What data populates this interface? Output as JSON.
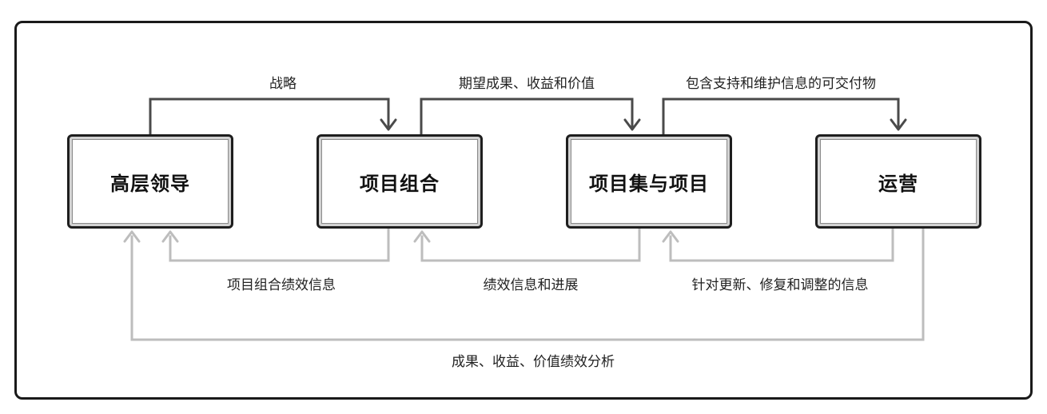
{
  "nodes": {
    "leadership": "高层领导",
    "portfolio": "项目组合",
    "programs_projects": "项目集与项目",
    "operations": "运营"
  },
  "flows_forward": {
    "strategy": "战略",
    "expected_outcomes": "期望成果、收益和价值",
    "deliverables": "包含支持和维护信息的可交付物"
  },
  "flows_feedback": {
    "portfolio_performance": "项目组合绩效信息",
    "performance_progress": "绩效信息和进展",
    "update_fix_adjust": "针对更新、修复和调整的信息",
    "outcome_analysis": "成果、收益、价值绩效分析"
  },
  "colors": {
    "forward_arrow": "#4a4a4a",
    "feedback_arrow": "#bdbdbd",
    "border": "#1a1a1a"
  }
}
